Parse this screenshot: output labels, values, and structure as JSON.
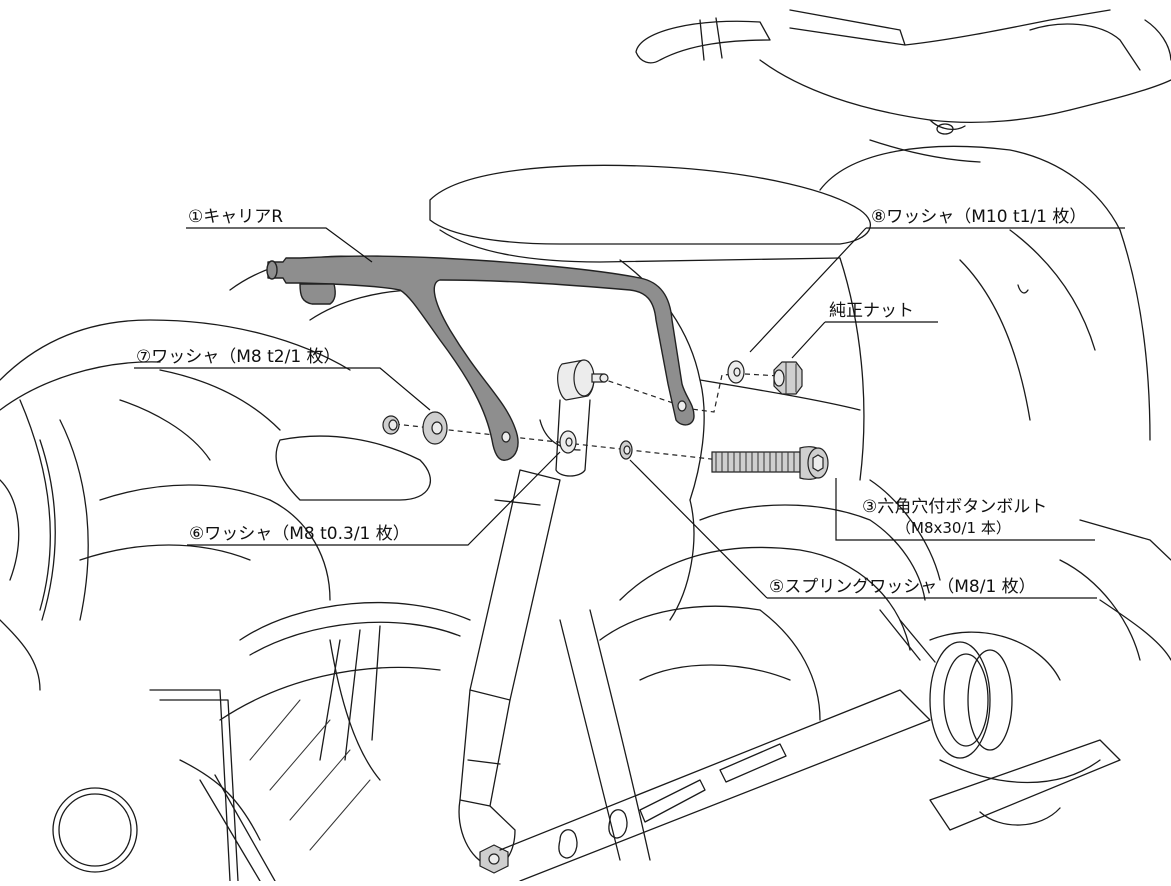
{
  "labels": {
    "carrier": "①キャリアR",
    "washer8": "⑧ワッシャ（M10 t1/1 枚）",
    "nut": "純正ナット",
    "washer7": "⑦ワッシャ（M8 t2/1 枚）",
    "bolt": "③六角穴付ボタンボルト",
    "bolt_spec": "（M8x30/1 本）",
    "washer6": "⑥ワッシャ（M8 t0.3/1 枚）",
    "spring_washer": "⑤スプリングワッシャ（M8/1 枚）"
  },
  "colors": {
    "part_fill": "#8e8e8e",
    "line": "#1a1a1a"
  }
}
